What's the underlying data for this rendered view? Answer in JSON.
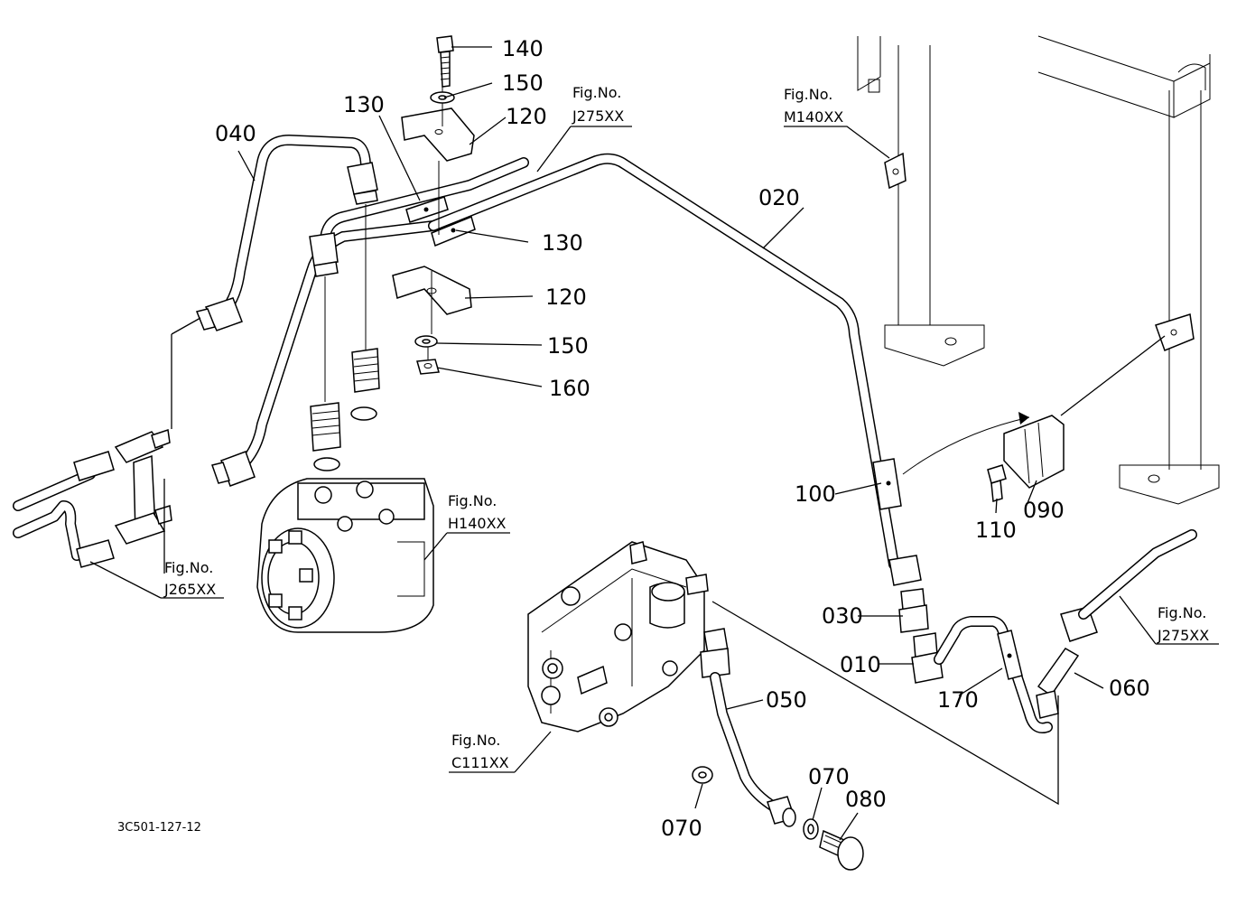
{
  "document_code": "3C501-127-12",
  "part_labels": {
    "p010": "010",
    "p020": "020",
    "p030": "030",
    "p040": "040",
    "p050": "050",
    "p060": "060",
    "p070a": "070",
    "p070b": "070",
    "p080": "080",
    "p090": "090",
    "p100": "100",
    "p110": "110",
    "p120a": "120",
    "p120b": "120",
    "p130a": "130",
    "p130b": "130",
    "p140": "140",
    "p150a": "150",
    "p150b": "150",
    "p160": "160",
    "p170": "170"
  },
  "figure_refs": {
    "fig_prefix": "Fig.No.",
    "j275_top": "J275XX",
    "m140": "M140XX",
    "h140": "H140XX",
    "j265": "J265XX",
    "c111": "C111XX",
    "j275_right": "J275XX"
  }
}
